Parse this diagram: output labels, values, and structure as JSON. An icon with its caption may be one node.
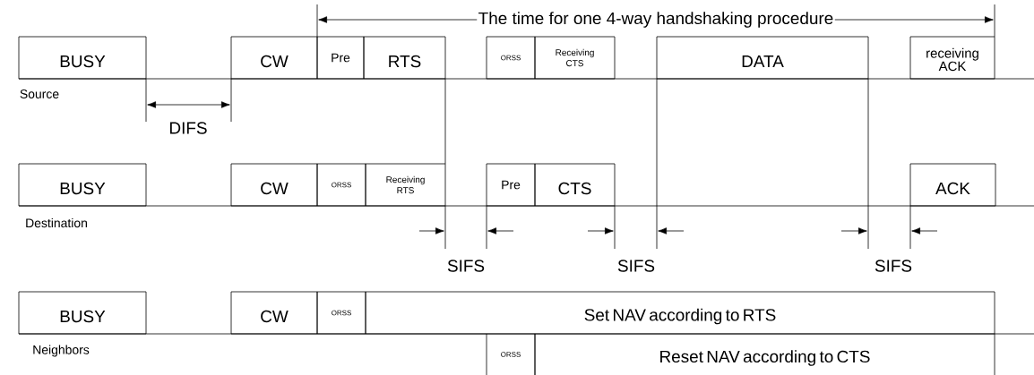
{
  "diagram": {
    "nodes": [
      {
        "text": [
          "BUSY"
        ]
      },
      {
        "text": [
          "CW"
        ]
      },
      {
        "text": [
          "Pre"
        ]
      },
      {
        "text": [
          "RTS"
        ]
      },
      {
        "text": [
          "ORSS"
        ]
      },
      {
        "text": [
          "Receiving CTS"
        ]
      },
      {
        "text": [
          "DATA"
        ]
      },
      {
        "text": [
          "receiving ACK"
        ]
      },
      {
        "text": [
          "BUSY"
        ]
      },
      {
        "text": [
          "CW"
        ]
      },
      {
        "text": [
          "ORSS"
        ]
      },
      {
        "text": [
          "Receiving RTS"
        ]
      },
      {
        "text": [
          "Pre"
        ]
      },
      {
        "text": [
          "CTS"
        ]
      },
      {
        "text": [
          "ACK"
        ]
      },
      {
        "text": [
          "BUSY"
        ]
      },
      {
        "text": [
          "CW"
        ]
      },
      {
        "text": [
          "ORSS"
        ]
      },
      {
        "text": [
          "Set NAV according to RTS"
        ]
      },
      {
        "text": [
          "ORSS"
        ]
      },
      {
        "text": [
          "Reset NAV according to CTS"
        ]
      }
    ],
    "labels": [
      "The time for one 4-way handshaking procedure",
      "Source",
      "DIFS",
      "Destination",
      "SIFS",
      "SIFS",
      "SIFS",
      "Neighbors"
    ]
  }
}
